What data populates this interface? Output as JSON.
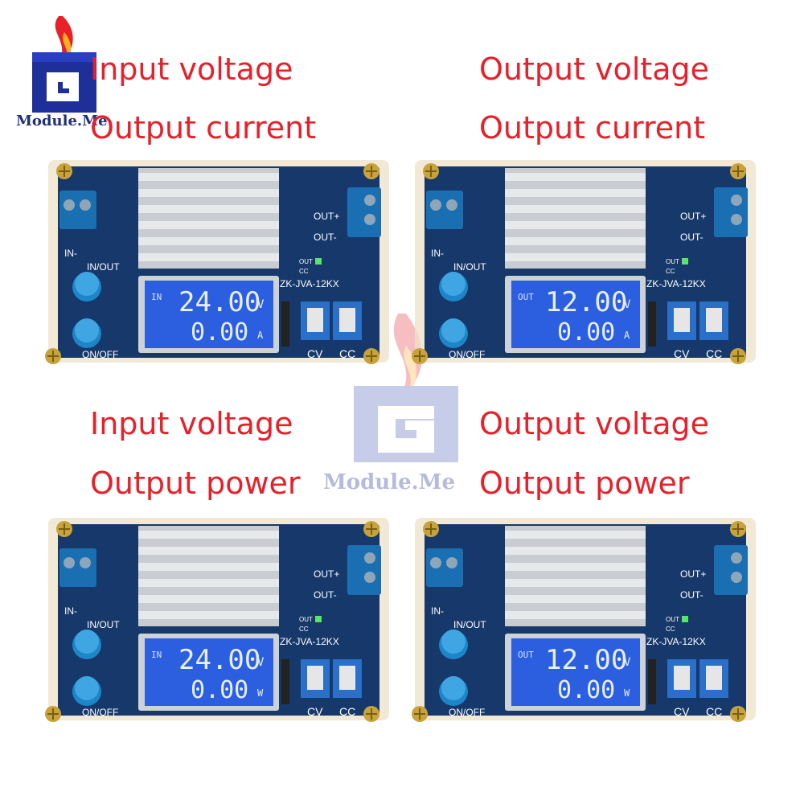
{
  "logo": {
    "text": "Module.Me"
  },
  "watermark": {
    "text": "Module.Me"
  },
  "captions": {
    "q1_line1": "Input voltage",
    "q1_line2": "Output current",
    "q2_line1": "Output voltage",
    "q2_line2": "Output current",
    "q3_line1": "Input voltage",
    "q3_line2": "Output power",
    "q4_line1": "Output voltage",
    "q4_line2": "Output power"
  },
  "boards": [
    {
      "mode": "IN",
      "top_value": "24.00",
      "top_unit": "V",
      "bottom_value": "0.00",
      "bottom_unit": "A"
    },
    {
      "mode": "OUT",
      "top_value": "12.00",
      "top_unit": "V",
      "bottom_value": "0.00",
      "bottom_unit": "A"
    },
    {
      "mode": "IN",
      "top_value": "24.00",
      "top_unit": "V",
      "bottom_value": "0.00",
      "bottom_unit": "W"
    },
    {
      "mode": "OUT",
      "top_value": "12.00",
      "top_unit": "V",
      "bottom_value": "0.00",
      "bottom_unit": "W"
    }
  ],
  "board_labels": {
    "in_minus": "IN-",
    "in_out": "IN/OUT",
    "on_off": "ON/OFF",
    "out_plus": "OUT+",
    "out_minus": "OUT-",
    "led_out": "OUT",
    "led_cc": "CC",
    "model": "ZK-JVA-12KX",
    "cv": "CV",
    "cc": "CC"
  },
  "colors": {
    "caption": "#e8202a",
    "pcb": "#16386b",
    "lcd": "#2b5fe0",
    "heatsink": "#c9ccd0",
    "terminal": "#1a6fb3",
    "button": "#1c86c9"
  }
}
